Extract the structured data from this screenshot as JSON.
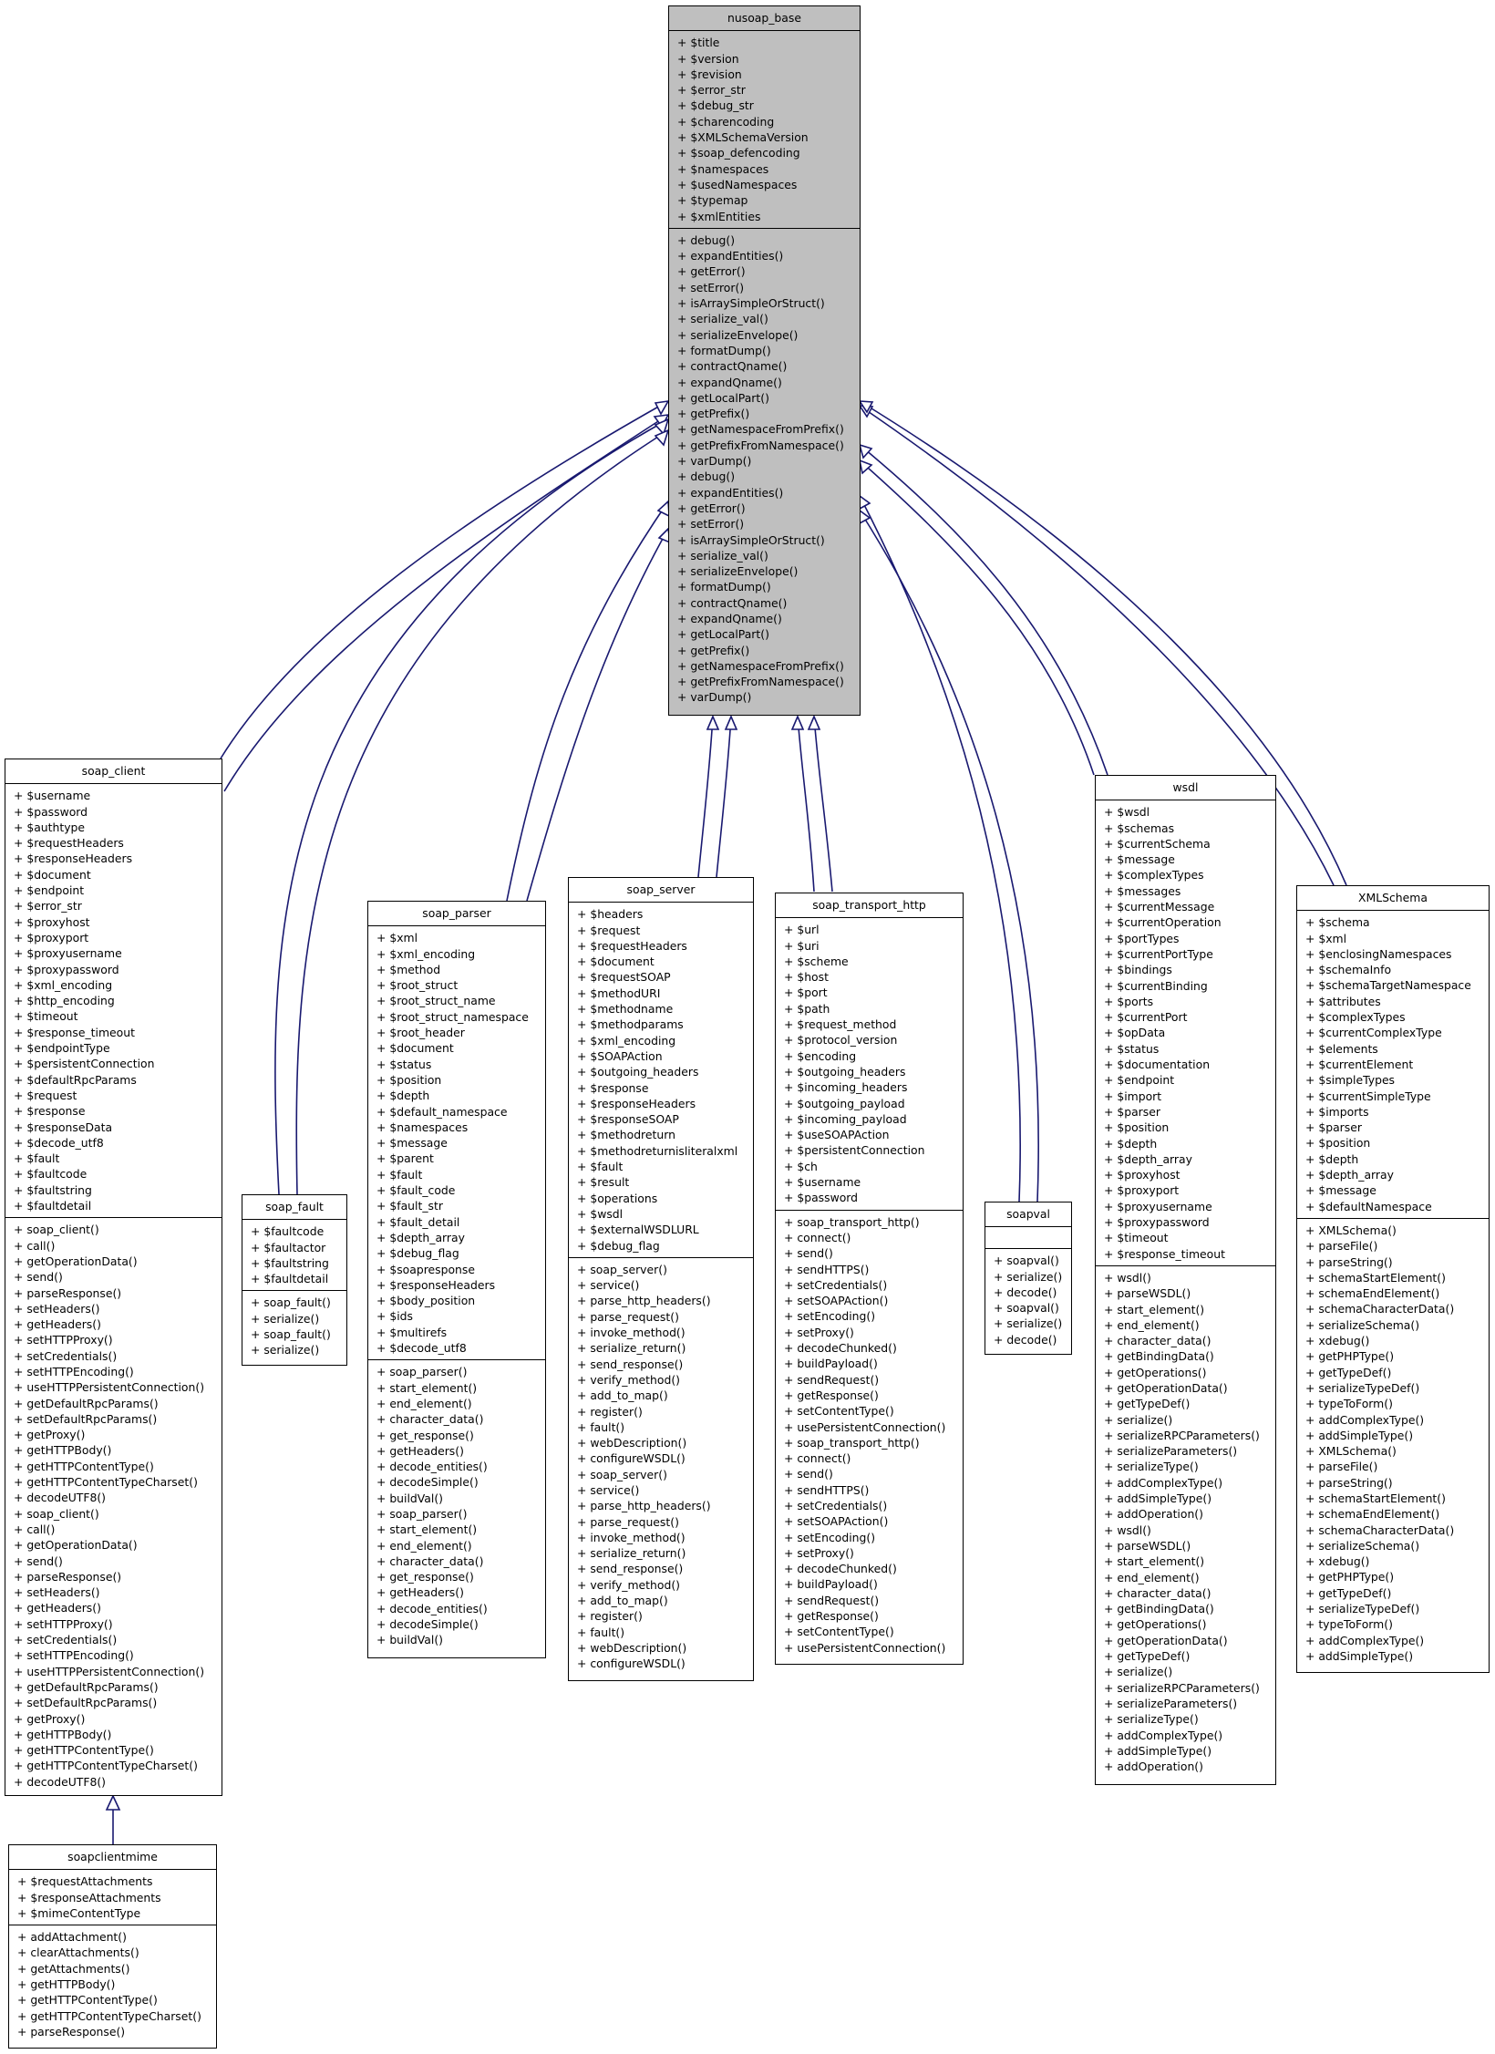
{
  "classes": {
    "nusoap_base": {
      "name": "nusoap_base",
      "attributes": [
        "+ $title",
        "+ $version",
        "+ $revision",
        "+ $error_str",
        "+ $debug_str",
        "+ $charencoding",
        "+ $XMLSchemaVersion",
        "+ $soap_defencoding",
        "+ $namespaces",
        "+ $usedNamespaces",
        "+ $typemap",
        "+ $xmlEntities"
      ],
      "methods": [
        "+ debug()",
        "+ expandEntities()",
        "+ getError()",
        "+ setError()",
        "+ isArraySimpleOrStruct()",
        "+ serialize_val()",
        "+ serializeEnvelope()",
        "+ formatDump()",
        "+ contractQname()",
        "+ expandQname()",
        "+ getLocalPart()",
        "+ getPrefix()",
        "+ getNamespaceFromPrefix()",
        "+ getPrefixFromNamespace()",
        "+ varDump()",
        "+ debug()",
        "+ expandEntities()",
        "+ getError()",
        "+ setError()",
        "+ isArraySimpleOrStruct()",
        "+ serialize_val()",
        "+ serializeEnvelope()",
        "+ formatDump()",
        "+ contractQname()",
        "+ expandQname()",
        "+ getLocalPart()",
        "+ getPrefix()",
        "+ getNamespaceFromPrefix()",
        "+ getPrefixFromNamespace()",
        "+ varDump()"
      ]
    },
    "soap_client": {
      "name": "soap_client",
      "attributes": [
        "+ $username",
        "+ $password",
        "+ $authtype",
        "+ $requestHeaders",
        "+ $responseHeaders",
        "+ $document",
        "+ $endpoint",
        "+ $error_str",
        "+ $proxyhost",
        "+ $proxyport",
        "+ $proxyusername",
        "+ $proxypassword",
        "+ $xml_encoding",
        "+ $http_encoding",
        "+ $timeout",
        "+ $response_timeout",
        "+ $endpointType",
        "+ $persistentConnection",
        "+ $defaultRpcParams",
        "+ $request",
        "+ $response",
        "+ $responseData",
        "+ $decode_utf8",
        "+ $fault",
        "+ $faultcode",
        "+ $faultstring",
        "+ $faultdetail"
      ],
      "methods": [
        "+ soap_client()",
        "+ call()",
        "+ getOperationData()",
        "+ send()",
        "+ parseResponse()",
        "+ setHeaders()",
        "+ getHeaders()",
        "+ setHTTPProxy()",
        "+ setCredentials()",
        "+ setHTTPEncoding()",
        "+ useHTTPPersistentConnection()",
        "+ getDefaultRpcParams()",
        "+ setDefaultRpcParams()",
        "+ getProxy()",
        "+ getHTTPBody()",
        "+ getHTTPContentType()",
        "+ getHTTPContentTypeCharset()",
        "+ decodeUTF8()",
        "+ soap_client()",
        "+ call()",
        "+ getOperationData()",
        "+ send()",
        "+ parseResponse()",
        "+ setHeaders()",
        "+ getHeaders()",
        "+ setHTTPProxy()",
        "+ setCredentials()",
        "+ setHTTPEncoding()",
        "+ useHTTPPersistentConnection()",
        "+ getDefaultRpcParams()",
        "+ setDefaultRpcParams()",
        "+ getProxy()",
        "+ getHTTPBody()",
        "+ getHTTPContentType()",
        "+ getHTTPContentTypeCharset()",
        "+ decodeUTF8()"
      ]
    },
    "soapclientmime": {
      "name": "soapclientmime",
      "attributes": [
        "+ $requestAttachments",
        "+ $responseAttachments",
        "+ $mimeContentType"
      ],
      "methods": [
        "+ addAttachment()",
        "+ clearAttachments()",
        "+ getAttachments()",
        "+ getHTTPBody()",
        "+ getHTTPContentType()",
        "+ getHTTPContentTypeCharset()",
        "+ parseResponse()"
      ]
    },
    "soap_fault": {
      "name": "soap_fault",
      "attributes": [
        "+ $faultcode",
        "+ $faultactor",
        "+ $faultstring",
        "+ $faultdetail"
      ],
      "methods": [
        "+ soap_fault()",
        "+ serialize()",
        "+ soap_fault()",
        "+ serialize()"
      ]
    },
    "soap_parser": {
      "name": "soap_parser",
      "attributes": [
        "+ $xml",
        "+ $xml_encoding",
        "+ $method",
        "+ $root_struct",
        "+ $root_struct_name",
        "+ $root_struct_namespace",
        "+ $root_header",
        "+ $document",
        "+ $status",
        "+ $position",
        "+ $depth",
        "+ $default_namespace",
        "+ $namespaces",
        "+ $message",
        "+ $parent",
        "+ $fault",
        "+ $fault_code",
        "+ $fault_str",
        "+ $fault_detail",
        "+ $depth_array",
        "+ $debug_flag",
        "+ $soapresponse",
        "+ $responseHeaders",
        "+ $body_position",
        "+ $ids",
        "+ $multirefs",
        "+ $decode_utf8"
      ],
      "methods": [
        "+ soap_parser()",
        "+ start_element()",
        "+ end_element()",
        "+ character_data()",
        "+ get_response()",
        "+ getHeaders()",
        "+ decode_entities()",
        "+ decodeSimple()",
        "+ buildVal()",
        "+ soap_parser()",
        "+ start_element()",
        "+ end_element()",
        "+ character_data()",
        "+ get_response()",
        "+ getHeaders()",
        "+ decode_entities()",
        "+ decodeSimple()",
        "+ buildVal()"
      ]
    },
    "soap_server": {
      "name": "soap_server",
      "attributes": [
        "+ $headers",
        "+ $request",
        "+ $requestHeaders",
        "+ $document",
        "+ $requestSOAP",
        "+ $methodURI",
        "+ $methodname",
        "+ $methodparams",
        "+ $xml_encoding",
        "+ $SOAPAction",
        "+ $outgoing_headers",
        "+ $response",
        "+ $responseHeaders",
        "+ $responseSOAP",
        "+ $methodreturn",
        "+ $methodreturnisliteralxml",
        "+ $fault",
        "+ $result",
        "+ $operations",
        "+ $wsdl",
        "+ $externalWSDLURL",
        "+ $debug_flag"
      ],
      "methods": [
        "+ soap_server()",
        "+ service()",
        "+ parse_http_headers()",
        "+ parse_request()",
        "+ invoke_method()",
        "+ serialize_return()",
        "+ send_response()",
        "+ verify_method()",
        "+ add_to_map()",
        "+ register()",
        "+ fault()",
        "+ webDescription()",
        "+ configureWSDL()",
        "+ soap_server()",
        "+ service()",
        "+ parse_http_headers()",
        "+ parse_request()",
        "+ invoke_method()",
        "+ serialize_return()",
        "+ send_response()",
        "+ verify_method()",
        "+ add_to_map()",
        "+ register()",
        "+ fault()",
        "+ webDescription()",
        "+ configureWSDL()"
      ]
    },
    "soap_transport_http": {
      "name": "soap_transport_http",
      "attributes": [
        "+ $url",
        "+ $uri",
        "+ $scheme",
        "+ $host",
        "+ $port",
        "+ $path",
        "+ $request_method",
        "+ $protocol_version",
        "+ $encoding",
        "+ $outgoing_headers",
        "+ $incoming_headers",
        "+ $outgoing_payload",
        "+ $incoming_payload",
        "+ $useSOAPAction",
        "+ $persistentConnection",
        "+ $ch",
        "+ $username",
        "+ $password"
      ],
      "methods": [
        "+ soap_transport_http()",
        "+ connect()",
        "+ send()",
        "+ sendHTTPS()",
        "+ setCredentials()",
        "+ setSOAPAction()",
        "+ setEncoding()",
        "+ setProxy()",
        "+ decodeChunked()",
        "+ buildPayload()",
        "+ sendRequest()",
        "+ getResponse()",
        "+ setContentType()",
        "+ usePersistentConnection()",
        "+ soap_transport_http()",
        "+ connect()",
        "+ send()",
        "+ sendHTTPS()",
        "+ setCredentials()",
        "+ setSOAPAction()",
        "+ setEncoding()",
        "+ setProxy()",
        "+ decodeChunked()",
        "+ buildPayload()",
        "+ sendRequest()",
        "+ getResponse()",
        "+ setContentType()",
        "+ usePersistentConnection()"
      ]
    },
    "soapval": {
      "name": "soapval",
      "attributes": [],
      "methods": [
        "+ soapval()",
        "+ serialize()",
        "+ decode()",
        "+ soapval()",
        "+ serialize()",
        "+ decode()"
      ]
    },
    "wsdl": {
      "name": "wsdl",
      "attributes": [
        "+ $wsdl",
        "+ $schemas",
        "+ $currentSchema",
        "+ $message",
        "+ $complexTypes",
        "+ $messages",
        "+ $currentMessage",
        "+ $currentOperation",
        "+ $portTypes",
        "+ $currentPortType",
        "+ $bindings",
        "+ $currentBinding",
        "+ $ports",
        "+ $currentPort",
        "+ $opData",
        "+ $status",
        "+ $documentation",
        "+ $endpoint",
        "+ $import",
        "+ $parser",
        "+ $position",
        "+ $depth",
        "+ $depth_array",
        "+ $proxyhost",
        "+ $proxyport",
        "+ $proxyusername",
        "+ $proxypassword",
        "+ $timeout",
        "+ $response_timeout"
      ],
      "methods": [
        "+ wsdl()",
        "+ parseWSDL()",
        "+ start_element()",
        "+ end_element()",
        "+ character_data()",
        "+ getBindingData()",
        "+ getOperations()",
        "+ getOperationData()",
        "+ getTypeDef()",
        "+ serialize()",
        "+ serializeRPCParameters()",
        "+ serializeParameters()",
        "+ serializeType()",
        "+ addComplexType()",
        "+ addSimpleType()",
        "+ addOperation()",
        "+ wsdl()",
        "+ parseWSDL()",
        "+ start_element()",
        "+ end_element()",
        "+ character_data()",
        "+ getBindingData()",
        "+ getOperations()",
        "+ getOperationData()",
        "+ getTypeDef()",
        "+ serialize()",
        "+ serializeRPCParameters()",
        "+ serializeParameters()",
        "+ serializeType()",
        "+ addComplexType()",
        "+ addSimpleType()",
        "+ addOperation()"
      ]
    },
    "XMLSchema": {
      "name": "XMLSchema",
      "attributes": [
        "+ $schema",
        "+ $xml",
        "+ $enclosingNamespaces",
        "+ $schemaInfo",
        "+ $schemaTargetNamespace",
        "+ $attributes",
        "+ $complexTypes",
        "+ $currentComplexType",
        "+ $elements",
        "+ $currentElement",
        "+ $simpleTypes",
        "+ $currentSimpleType",
        "+ $imports",
        "+ $parser",
        "+ $position",
        "+ $depth",
        "+ $depth_array",
        "+ $message",
        "+ $defaultNamespace"
      ],
      "methods": [
        "+ XMLSchema()",
        "+ parseFile()",
        "+ parseString()",
        "+ schemaStartElement()",
        "+ schemaEndElement()",
        "+ schemaCharacterData()",
        "+ serializeSchema()",
        "+ xdebug()",
        "+ getPHPType()",
        "+ getTypeDef()",
        "+ serializeTypeDef()",
        "+ typeToForm()",
        "+ addComplexType()",
        "+ addSimpleType()",
        "+ XMLSchema()",
        "+ parseFile()",
        "+ parseString()",
        "+ schemaStartElement()",
        "+ schemaEndElement()",
        "+ schemaCharacterData()",
        "+ serializeSchema()",
        "+ xdebug()",
        "+ getPHPType()",
        "+ getTypeDef()",
        "+ serializeTypeDef()",
        "+ typeToForm()",
        "+ addComplexType()",
        "+ addSimpleType()"
      ]
    }
  },
  "colors": {
    "edge": "#191970",
    "base_fill": "#bfbfbf",
    "box_fill": "#ffffff",
    "border": "#000000"
  }
}
